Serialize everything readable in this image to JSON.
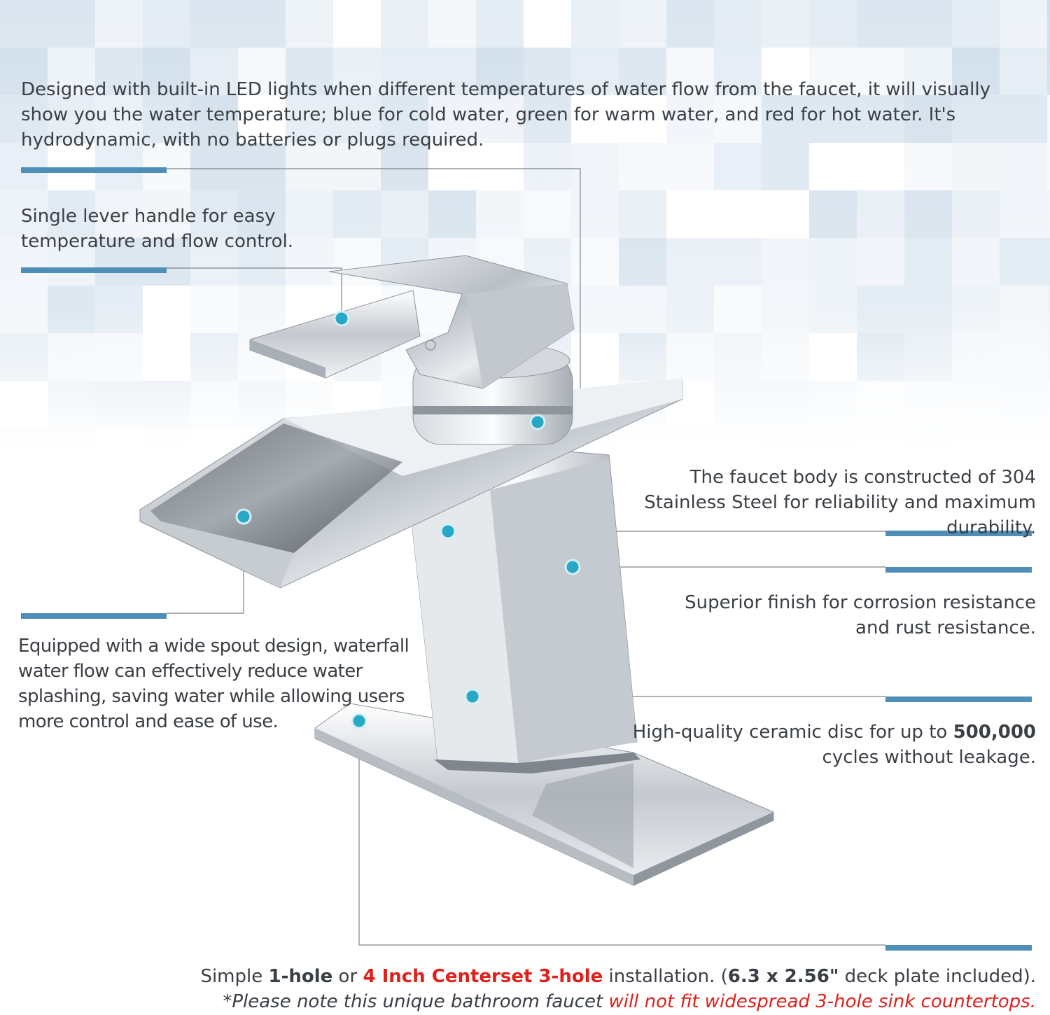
{
  "callouts": {
    "led": "Designed with built-in LED lights when different temperatures of water flow from the faucet, it will visually show you the water temperature; blue for cold water, green for warm water, and red for hot water. It's hydrodynamic, with no batteries or plugs required.",
    "lever": "Single lever handle for easy temperature and flow control.",
    "steel": "The faucet body is constructed of  304 Stainless Steel  for reliability and maximum durability.",
    "finish": "Superior finish for corrosion resistance and rust resistance.",
    "spout": "Equipped with a wide spout design, waterfall water flow can effectively reduce water splashing, saving water while allowing users more control and ease of use.",
    "ceramic_pre": "High-quality ceramic disc for up to ",
    "ceramic_bold": "500,000",
    "ceramic_post": " cycles without leakage."
  },
  "install": {
    "p1": "Simple ",
    "b1": "1-hole",
    "p2": " or ",
    "r1": "4 Inch Centerset 3-hole",
    "p3": " installation. (",
    "b2": "6.3 x 2.56\"",
    "p4": " deck plate included).",
    "note_pre": "*Please note this unique bathroom faucet ",
    "note_red": "will not fit widespread 3-hole sink countertops."
  },
  "colors": {
    "accent_bar": "#4f8fb7",
    "dot": "#27a9c6",
    "red_text": "#e0201b",
    "text": "#3a3f45"
  }
}
